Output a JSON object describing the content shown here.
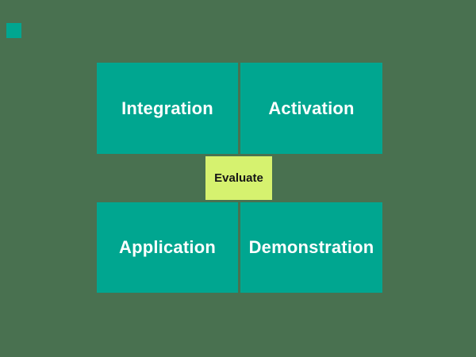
{
  "colors": {
    "background": "#497150",
    "card": "#00A690",
    "card_text": "#FFFFFF",
    "evaluate_bg": "#D6F26F",
    "evaluate_text": "#161616",
    "accent_square": "#00A690"
  },
  "diagram": {
    "cards": [
      {
        "id": "integration",
        "label": "Integration"
      },
      {
        "id": "activation",
        "label": "Activation"
      },
      {
        "id": "application",
        "label": "Application"
      },
      {
        "id": "demonstration",
        "label": "Demonstration"
      }
    ],
    "center": {
      "label": "Evaluate"
    }
  }
}
